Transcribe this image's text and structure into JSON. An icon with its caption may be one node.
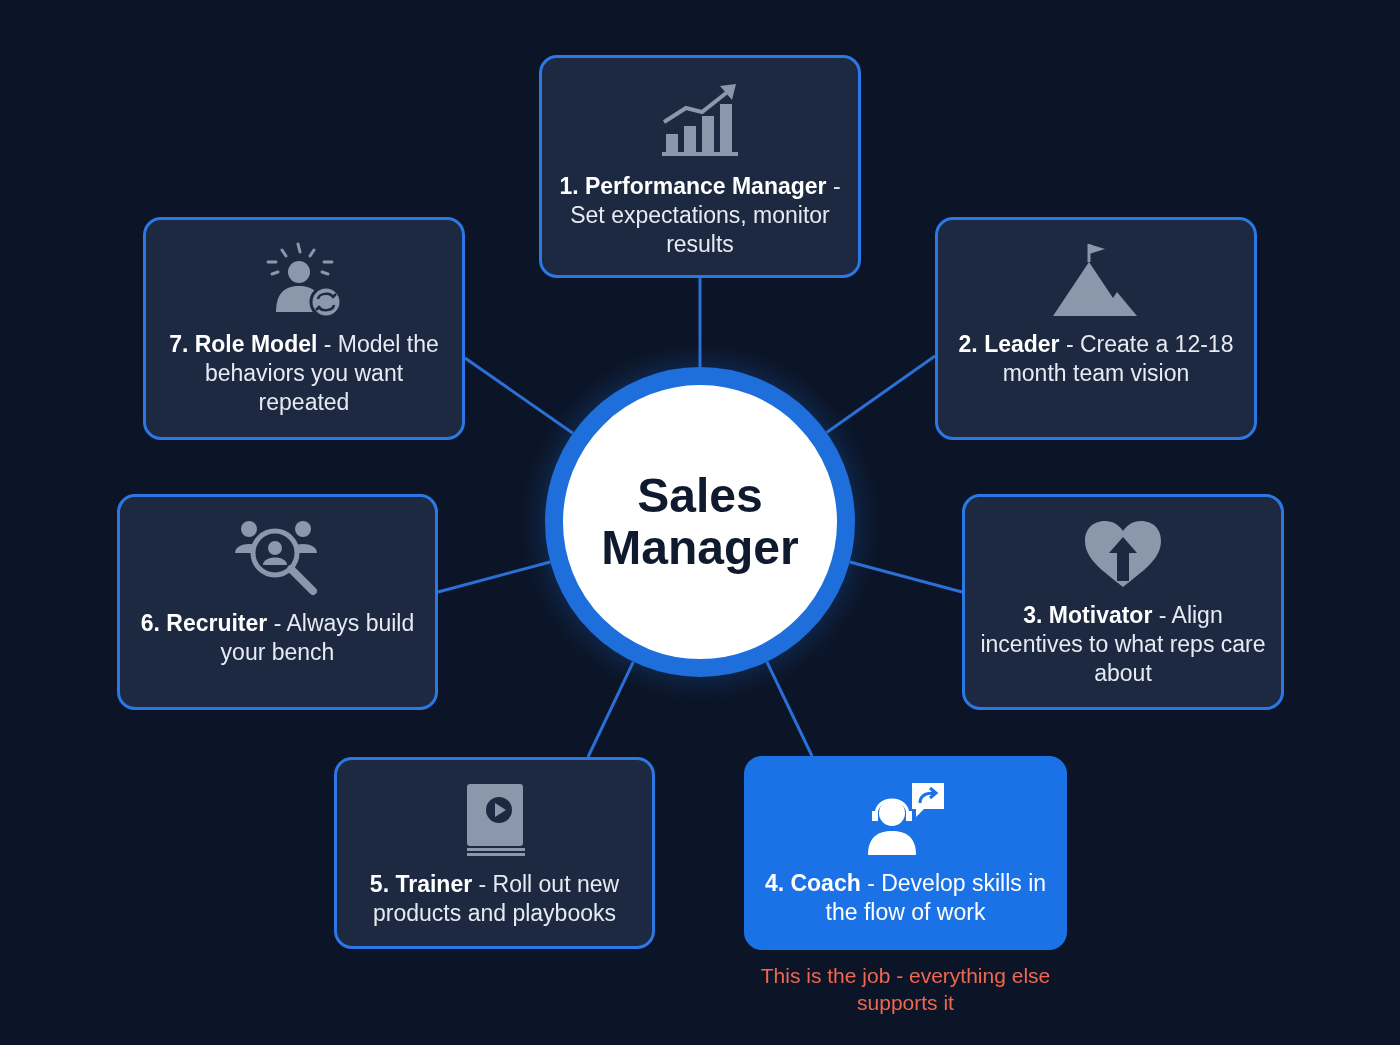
{
  "diagram": {
    "nodes": [
      {
        "text": [
          "Sales Manager"
        ]
      },
      {
        "text": [
          "**1. Performance Manager** - Set expectations, monitor results"
        ]
      },
      {
        "text": [
          "**2. Leader** - Create a 12-18 month team vision"
        ]
      },
      {
        "text": [
          "**3. Motivator** - Align incentives to what reps care about"
        ]
      },
      {
        "text": [
          "**4. Coach** - Develop skills in the flow of work"
        ],
        "beside": [
          "This is the job - everything else supports it"
        ]
      },
      {
        "text": [
          "**5. Trainer** - Roll out new products and playbooks"
        ]
      },
      {
        "text": [
          "**6. Recruiter** - Always build your bench"
        ]
      },
      {
        "text": [
          "**7. Role Model** - Model the behaviors you want repeated"
        ]
      }
    ],
    "edges": [
      {
        "from": 0,
        "to": 1,
        "arrow": "none"
      },
      {
        "from": 0,
        "to": 2,
        "arrow": "none"
      },
      {
        "from": 0,
        "to": 3,
        "arrow": "none"
      },
      {
        "from": 0,
        "to": 4,
        "arrow": "none"
      },
      {
        "from": 0,
        "to": 5,
        "arrow": "none"
      },
      {
        "from": 0,
        "to": 6,
        "arrow": "none"
      },
      {
        "from": 0,
        "to": 7,
        "arrow": "none"
      }
    ]
  }
}
